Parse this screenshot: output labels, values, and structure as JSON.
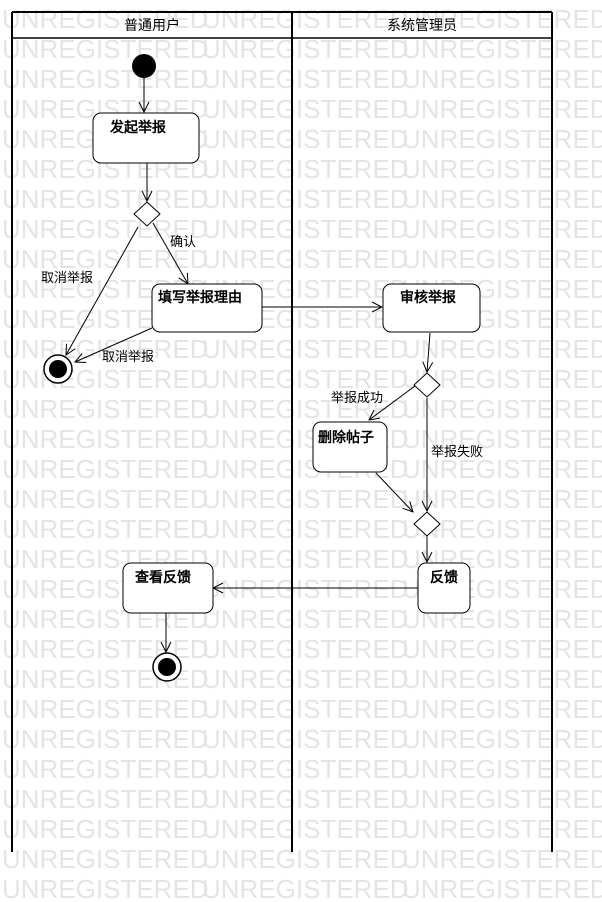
{
  "watermark": "UNREGISTERED",
  "lanes": [
    {
      "id": "user",
      "title": "普通用户"
    },
    {
      "id": "admin",
      "title": "系统管理员"
    }
  ],
  "activities": {
    "initiate": "发起举报",
    "fill_reason": "填写举报理由",
    "review": "审核举报",
    "delete_post": "删除帖子",
    "feedback": "反馈",
    "view_feedback": "查看反馈"
  },
  "flow_labels": {
    "confirm": "确认",
    "cancel_1": "取消举报",
    "cancel_2": "取消举报",
    "report_success": "举报成功",
    "report_failed": "举报失败"
  }
}
